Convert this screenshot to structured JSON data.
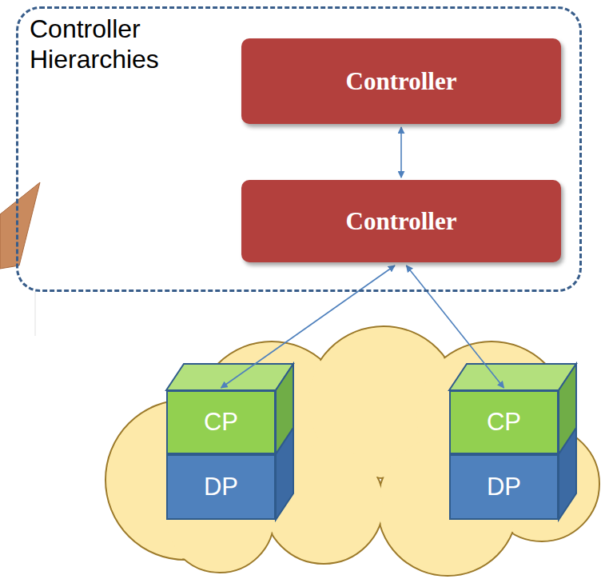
{
  "diagram": {
    "nodes": [
      {
        "text": [
          "Controller Hierarchies"
        ]
      },
      {
        "text": [
          "Controller"
        ],
        "in": 0
      },
      {
        "text": [
          "Controller"
        ],
        "in": 0
      },
      {
        "text": [
          "CP"
        ]
      },
      {
        "text": [
          "DP"
        ]
      },
      {
        "text": [
          "CP"
        ]
      },
      {
        "text": [
          "DP"
        ]
      }
    ],
    "edges": [
      {
        "from": 1,
        "to": 2,
        "arrow": "both"
      },
      {
        "from": 2,
        "to": 3,
        "arrow": "both"
      },
      {
        "from": 2,
        "to": 5,
        "arrow": "both"
      }
    ]
  }
}
